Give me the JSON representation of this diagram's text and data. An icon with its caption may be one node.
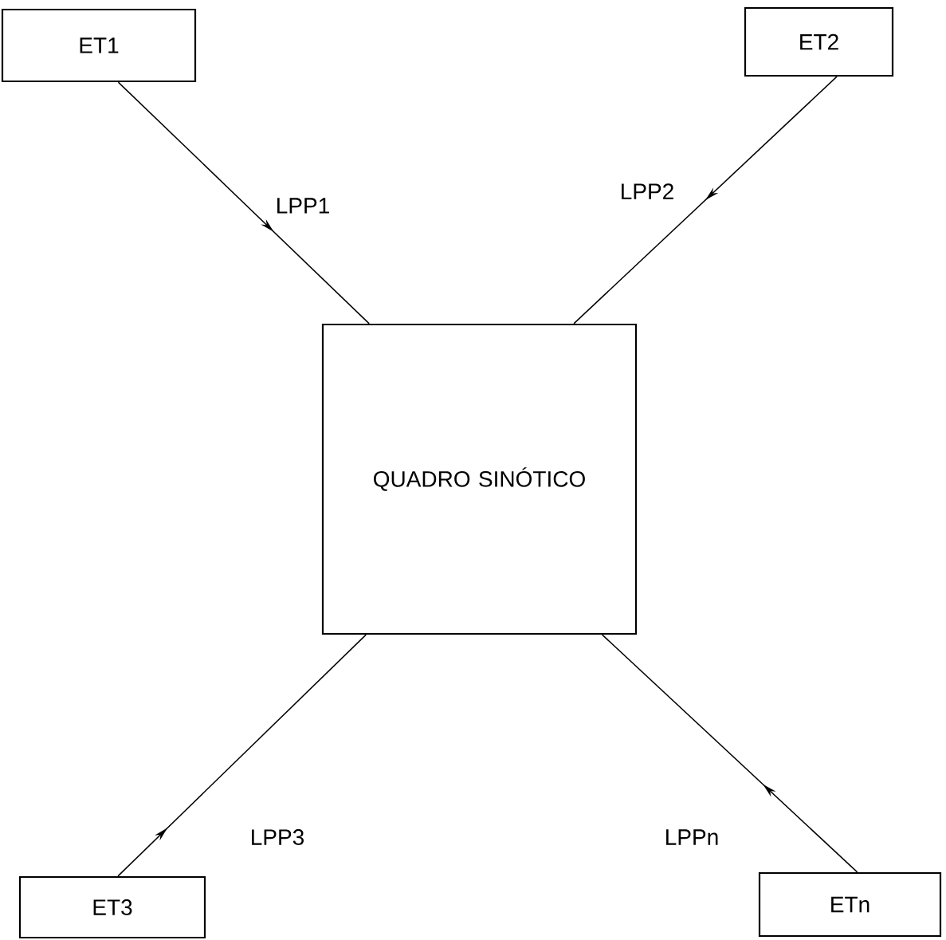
{
  "diagram": {
    "nodes": [
      {
        "text": [
          "ET1"
        ]
      },
      {
        "text": [
          "ET2"
        ]
      },
      {
        "text": [
          "QUADRO SINÓTICO"
        ]
      },
      {
        "text": [
          "ET3"
        ]
      },
      {
        "text": [
          "ETn"
        ]
      }
    ],
    "edges": [
      {
        "from": 0,
        "to": 2,
        "arrow": "to",
        "label": "LPP1"
      },
      {
        "from": 1,
        "to": 2,
        "arrow": "to",
        "label": "LPP2"
      },
      {
        "from": 3,
        "to": 2,
        "arrow": "to",
        "label": "LPP3"
      },
      {
        "from": 4,
        "to": 2,
        "arrow": "to",
        "label": "LPPn"
      }
    ]
  }
}
